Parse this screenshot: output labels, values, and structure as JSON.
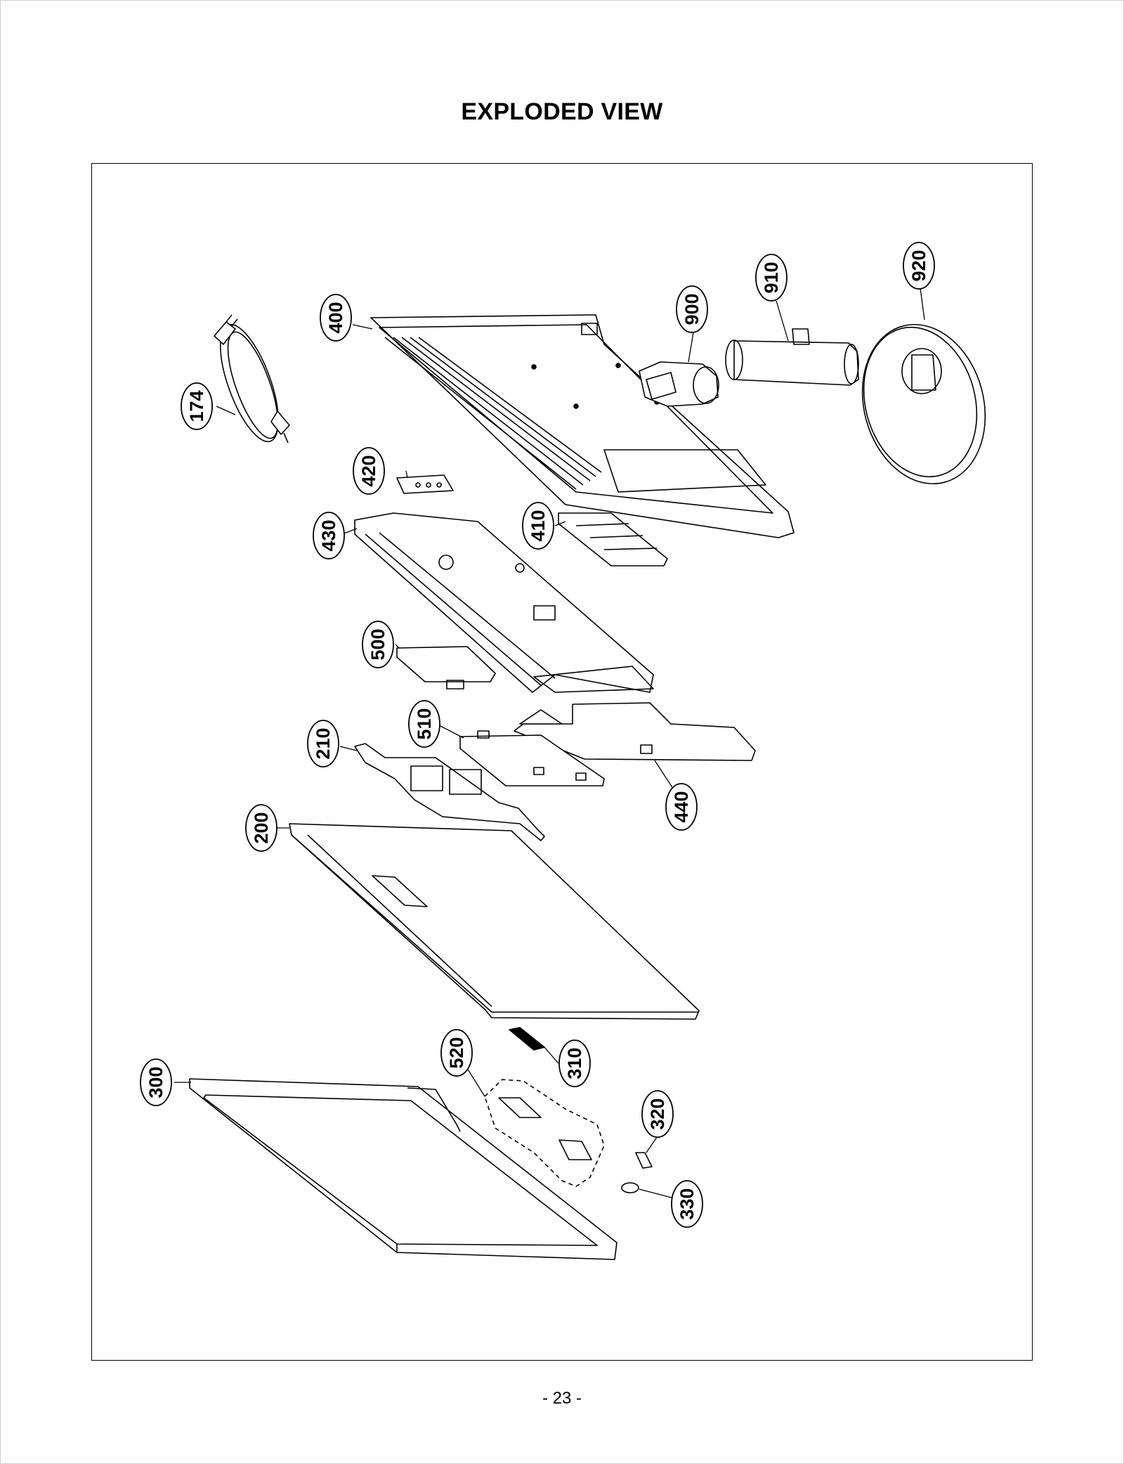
{
  "page": {
    "title": "EXPLODED VIEW",
    "page_number": "- 23 -"
  },
  "callouts": [
    {
      "id": "174",
      "label": "174"
    },
    {
      "id": "400",
      "label": "400"
    },
    {
      "id": "900",
      "label": "900"
    },
    {
      "id": "910",
      "label": "910"
    },
    {
      "id": "920",
      "label": "920"
    },
    {
      "id": "420",
      "label": "420"
    },
    {
      "id": "430",
      "label": "430"
    },
    {
      "id": "410",
      "label": "410"
    },
    {
      "id": "500",
      "label": "500"
    },
    {
      "id": "510",
      "label": "510"
    },
    {
      "id": "210",
      "label": "210"
    },
    {
      "id": "440",
      "label": "440"
    },
    {
      "id": "200",
      "label": "200"
    },
    {
      "id": "520",
      "label": "520"
    },
    {
      "id": "310",
      "label": "310"
    },
    {
      "id": "300",
      "label": "300"
    },
    {
      "id": "320",
      "label": "320"
    },
    {
      "id": "330",
      "label": "330"
    }
  ]
}
